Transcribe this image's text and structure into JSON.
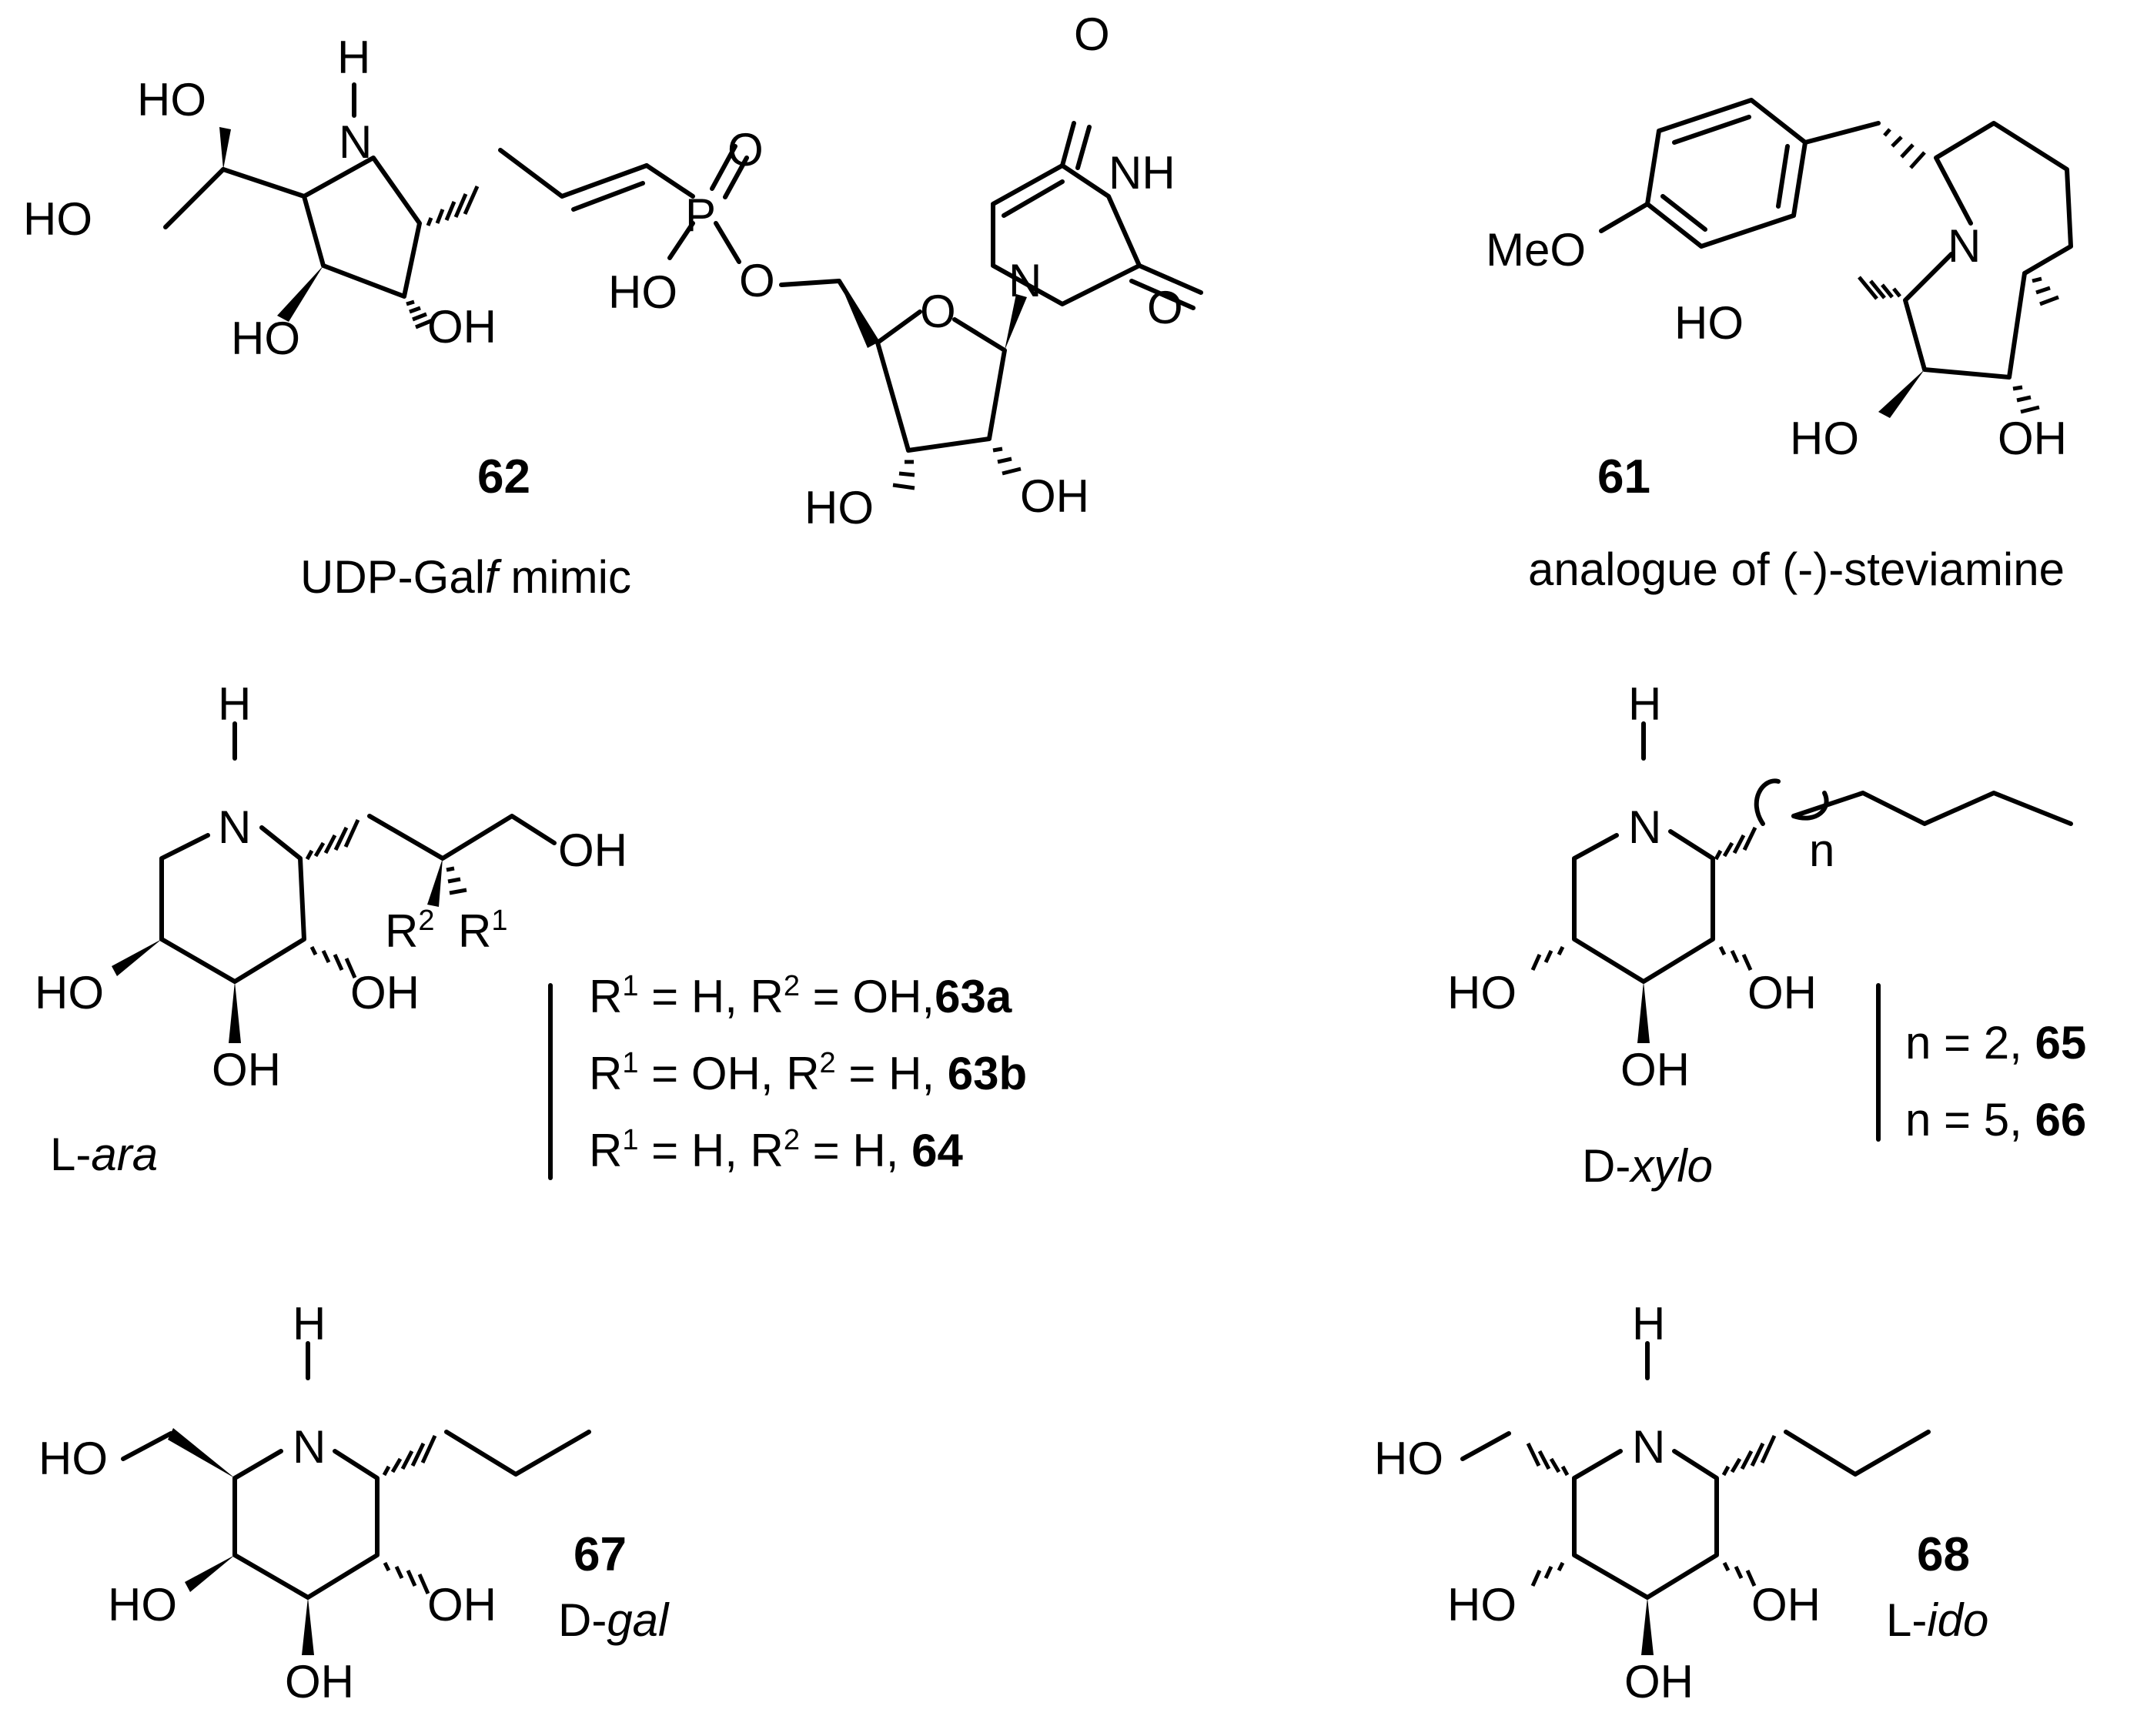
{
  "compounds": {
    "c62": {
      "number": "62",
      "caption_a": "UDP-Gal",
      "caption_b": "f",
      "caption_c": " mimic"
    },
    "c61": {
      "number": "61",
      "caption": "analogue of (-)-steviamine"
    },
    "c63": {
      "config_a": "L-",
      "config_b": "ara"
    },
    "c65": {
      "config_a": "D-",
      "config_b": "xylo",
      "loop": "n"
    },
    "c67": {
      "number": "67",
      "config_a": "D-",
      "config_b": "gal"
    },
    "c68": {
      "number": "68",
      "config_a": "L-",
      "config_b": "ido"
    }
  },
  "substituents_63": {
    "row1": {
      "a": "R",
      "a_sup": "1",
      "b": " = H, R",
      "b_sup": "2",
      "c": " = OH,",
      "id": "63a"
    },
    "row2": {
      "a": "R",
      "a_sup": "1",
      "b": " = OH, R",
      "b_sup": "2",
      "c": " = H, ",
      "id": "63b"
    },
    "row3": {
      "a": "R",
      "a_sup": "1",
      "b": " = H, R",
      "b_sup": "2",
      "c": " = H, ",
      "id": "64"
    }
  },
  "substituents_65": {
    "row1": {
      "text": "n = 2, ",
      "id": "65"
    },
    "row2": {
      "text": "n = 5, ",
      "id": "66"
    }
  },
  "atoms": {
    "H": "H",
    "N": "N",
    "NH": "NH",
    "O": "O",
    "P": "P",
    "HO": "HO",
    "OH": "OH",
    "MeO": "MeO",
    "R": "R",
    "sup1": "1",
    "sup2": "2"
  }
}
